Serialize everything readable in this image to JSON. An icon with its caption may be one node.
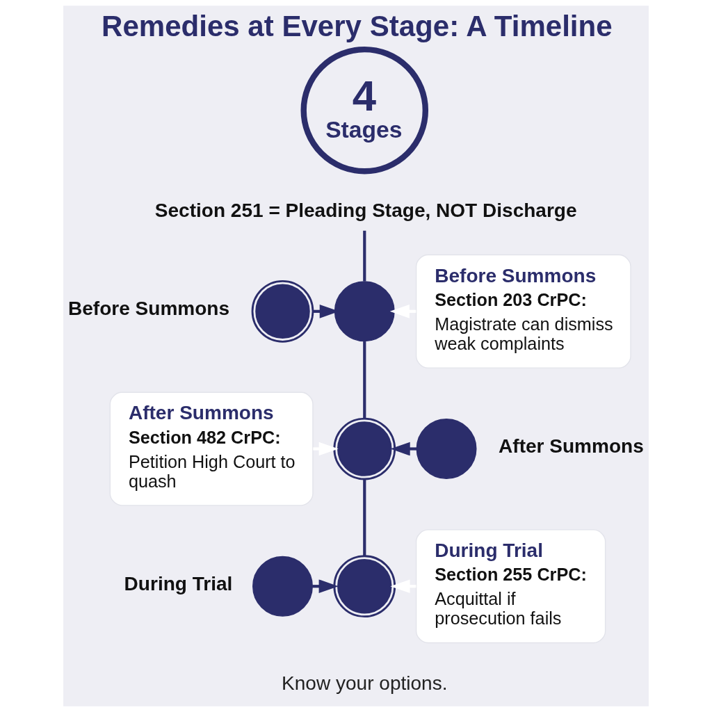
{
  "diagram": {
    "title": "Remedies at Every Stage: A Timeline",
    "caption": "Know your options.",
    "nodes": [
      {
        "text": [
          "4",
          "Stages"
        ]
      },
      {
        "text": [
          "Section 251 = Pleading Stage, NOT Discharge"
        ]
      },
      {
        "text": [],
        "shape": "picture",
        "beside": [
          "Before Summons"
        ]
      },
      {
        "text": [],
        "shape": "circle"
      },
      {
        "text": [
          "Before Summons",
          "Section 203 CrPC:",
          "Magistrate can dismiss weak complaints"
        ]
      },
      {
        "text": [
          "After Summons",
          "Section 482 CrPC:",
          "Petition High Court to quash"
        ]
      },
      {
        "text": [],
        "shape": "picture"
      },
      {
        "text": [],
        "shape": "circle",
        "beside": [
          "After Summons"
        ]
      },
      {
        "text": [],
        "shape": "circle",
        "beside": [
          "During Trial"
        ]
      },
      {
        "text": [],
        "shape": "picture"
      },
      {
        "text": [
          "During Trial",
          "Section 255 CrPC:",
          "Acquittal if prosecution fails"
        ]
      }
    ],
    "edges": [
      {
        "from": 1,
        "to": 3,
        "arrow": "none"
      },
      {
        "from": 3,
        "to": 6,
        "arrow": "none"
      },
      {
        "from": 6,
        "to": 9,
        "arrow": "none"
      },
      {
        "from": 2,
        "to": 3,
        "arrow": "to"
      },
      {
        "from": 4,
        "to": 3,
        "arrow": "to",
        "color": "#ffffff"
      },
      {
        "from": 5,
        "to": 6,
        "arrow": "to",
        "color": "#ffffff"
      },
      {
        "from": 7,
        "to": 6,
        "arrow": "to"
      },
      {
        "from": 8,
        "to": 9,
        "arrow": "to"
      },
      {
        "from": 10,
        "to": 9,
        "arrow": "to",
        "color": "#ffffff"
      }
    ]
  }
}
